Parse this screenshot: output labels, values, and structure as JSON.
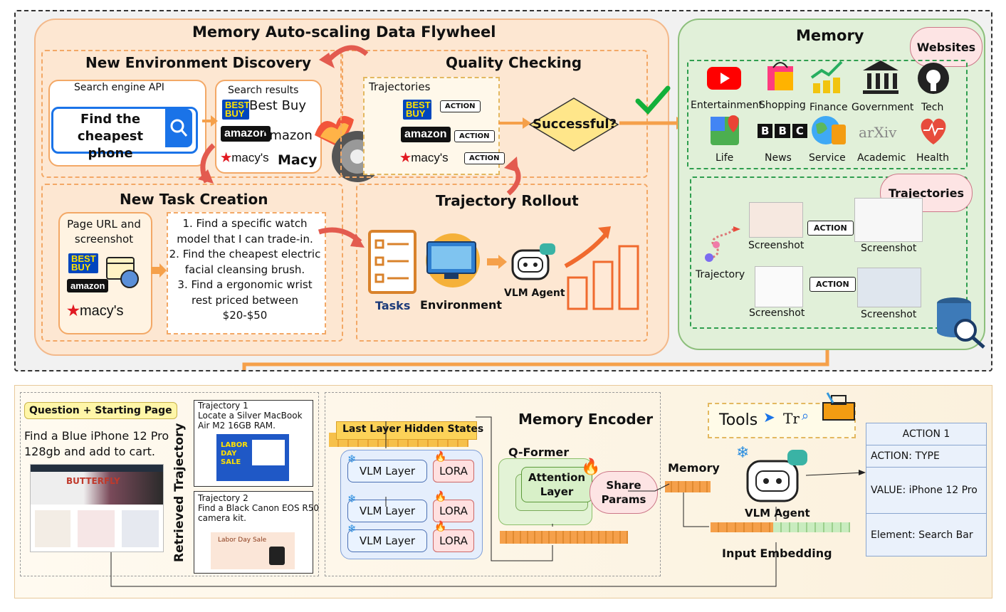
{
  "flywheel": {
    "title": "Memory Auto-scaling Data Flywheel",
    "env_discovery": {
      "title": "New Environment Discovery",
      "search_api_label": "Search engine API",
      "search_query": "Find the cheapest phone",
      "search_results_label": "Search results",
      "results": [
        "Best Buy",
        "Amazon",
        "Macy"
      ]
    },
    "quality": {
      "title": "Quality Checking",
      "trajectories_label": "Trajectories",
      "action_label": "ACTION",
      "decision": "Successful?"
    },
    "task_creation": {
      "title": "New Task Creation",
      "page_label": "Page URL and screenshot",
      "tasks": [
        "1. Find a specific watch",
        "model that I can trade-in.",
        "2. Find the cheapest electric",
        "facial cleansing brush.",
        "3. Find a ergonomic wrist",
        "rest priced between",
        "$20-$50"
      ]
    },
    "rollout": {
      "title": "Trajectory Rollout",
      "tasks_label": "Tasks",
      "env_label": "Environment",
      "agent_label": "VLM Agent"
    }
  },
  "logos": {
    "bestbuy": "BEST BUY",
    "amazon": "amazon",
    "macys": "macy's"
  },
  "memory": {
    "title": "Memory",
    "websites_tag": "Websites",
    "trajectories_tag": "Trajectories",
    "categories": [
      "Entertainment",
      "Shopping",
      "Finance",
      "Government",
      "Tech",
      "Life",
      "News",
      "Service",
      "Academic",
      "Health"
    ],
    "bbc": "BBC",
    "arxiv": "arXiv",
    "trajectory_label": "Trajectory",
    "screenshot_label": "Screenshot",
    "action_label": "ACTION"
  },
  "bottom": {
    "question_tag": "Question + Starting Page",
    "question": [
      "Find a Blue iPhone 12 Pro",
      "128gb and add to cart."
    ],
    "butterfly": "BUTTERFLY",
    "retrieved_label": "Retrieved Trajectory",
    "traj1": {
      "title": "Trajectory 1",
      "desc": [
        "Locate a Silver MacBook",
        "Air M2 16GB RAM."
      ],
      "banner": "LABOR DAY SALE"
    },
    "traj2": {
      "title": "Trajectory 2",
      "desc": [
        "Find a Black Canon EOS R50",
        "camera kit."
      ],
      "banner": "Labor Day Sale"
    },
    "encoder_title": "Memory Encoder",
    "hidden_states": "Last Layer Hidden States",
    "vlm_layer": "VLM Layer",
    "lora": "LORA",
    "qformer": "Q-Former",
    "attention": "Attention Layer",
    "share_params": "Share Params",
    "memory_label": "Memory",
    "tools_label": "Tools",
    "agent_label": "VLM Agent",
    "input_embedding": "Input Embedding",
    "action": {
      "title": "ACTION 1",
      "type": "ACTION: TYPE",
      "value": "VALUE: iPhone 12 Pro",
      "element": "Element: Search Bar"
    }
  },
  "colors": {
    "orange": "#f5a04a",
    "green": "#2f9e4f",
    "blue": "#1a73e8",
    "check": "#12b03a"
  }
}
